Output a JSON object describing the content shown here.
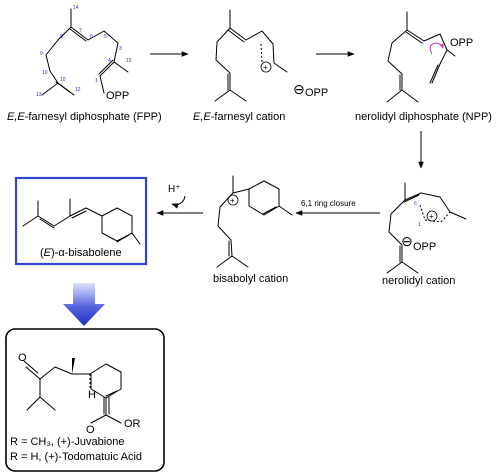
{
  "compounds": {
    "fpp": {
      "name": "E,E-farnesyl diphosphate (FPP)",
      "name_italic_prefix": "E,E",
      "name_rest": "-farnesyl diphosphate (FPP)",
      "group": "OPP",
      "numbers": [
        "1",
        "2",
        "3",
        "4",
        "5",
        "6",
        "7",
        "8",
        "9",
        "10",
        "11",
        "12",
        "13",
        "14",
        "15"
      ]
    },
    "farnesyl_cation": {
      "name_italic_prefix": "E,E",
      "name_rest": "-farnesyl cation",
      "counterion": "OPP",
      "charge_minus": "⊖",
      "charge_plus": "+"
    },
    "npp": {
      "name": "nerolidyl diphosphate (NPP)",
      "group": "OPP"
    },
    "nerolidyl_cation": {
      "name": "nerolidyl cation",
      "counterion": "OPP",
      "charge_minus": "⊖",
      "charge_plus": "+",
      "numbers": [
        "1",
        "6"
      ]
    },
    "bisabolyl_cation": {
      "name": "bisabolyl cation",
      "charge_plus": "+"
    },
    "bisabolene": {
      "name_prefix": "(",
      "name_italic": "E",
      "name_rest": ")-α-bisabolene"
    },
    "juvabione": {
      "ketone": "O",
      "acid": "OR",
      "stereo_h": "H",
      "line1": "R = CH₃, (+)-Juvabione",
      "line2": "R = H, (+)-Todomatuic Acid"
    }
  },
  "steps": {
    "ring_closure": "6,1 ring closure",
    "proton_loss": "H⁺"
  },
  "colors": {
    "highlight_border": "#3344cc",
    "big_arrow": "#1f2fc8",
    "atom_numbers": "#2233cc",
    "rotation_arrow": "#cc33aa"
  }
}
